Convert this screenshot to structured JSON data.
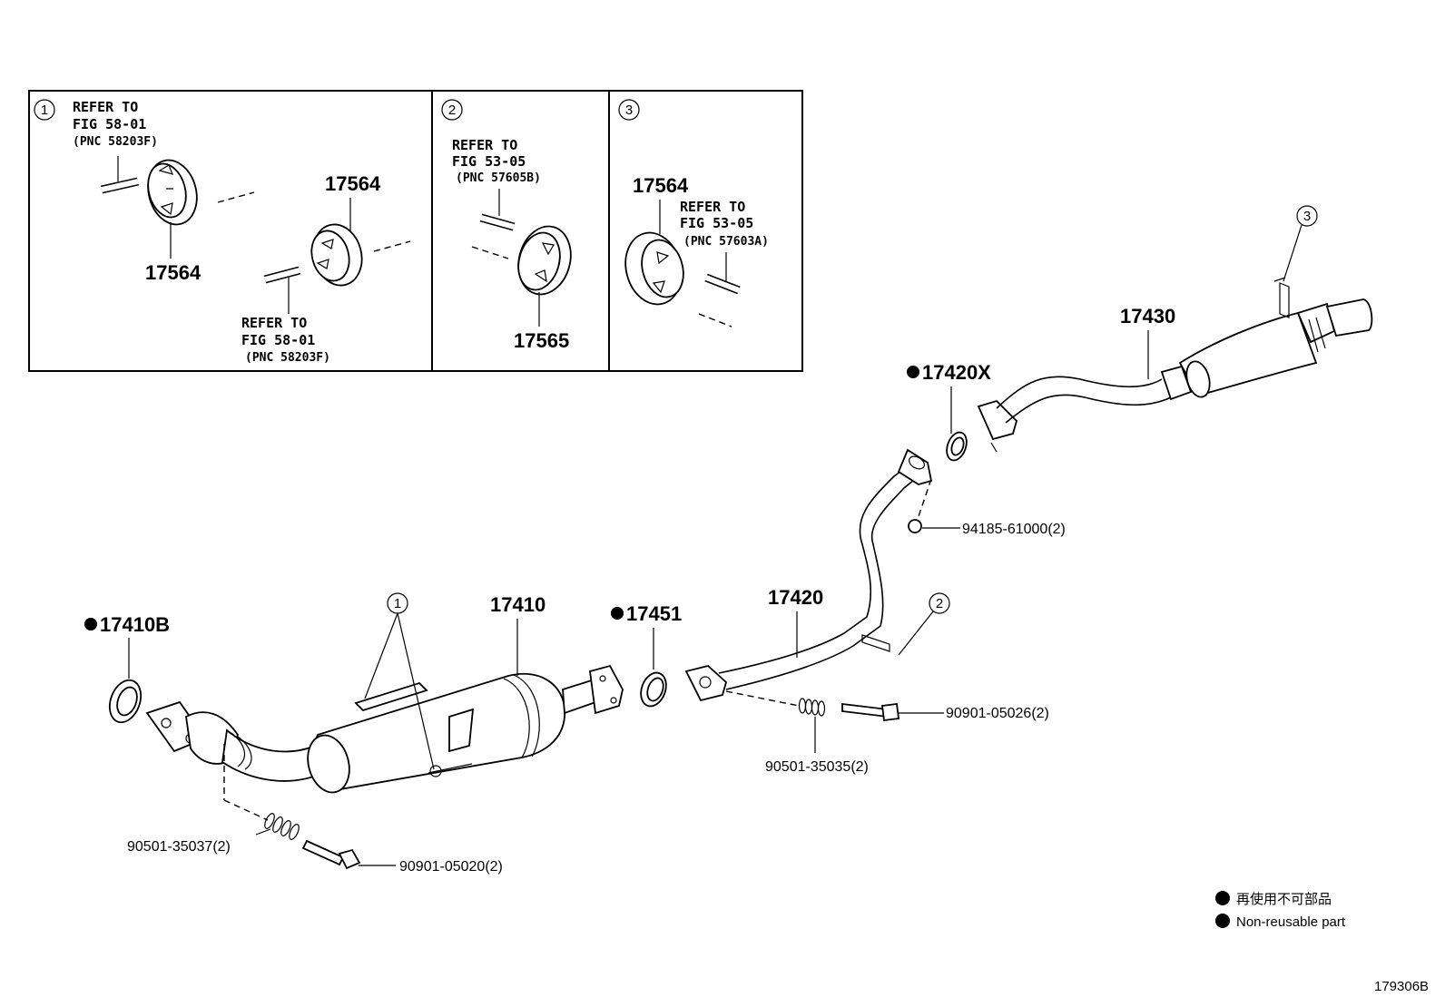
{
  "inset": {
    "panels": [
      {
        "num": "1",
        "ref1": [
          "REFER TO",
          "FIG 58-01",
          "(PNC 58203F)"
        ],
        "part_a": "17564",
        "part_b": "17564",
        "ref2": [
          "REFER TO",
          "FIG 58-01",
          "(PNC 58203F)"
        ]
      },
      {
        "num": "2",
        "ref": [
          "REFER TO",
          "FIG 53-05",
          "(PNC 57605B)"
        ],
        "part": "17565"
      },
      {
        "num": "3",
        "part": "17564",
        "ref": [
          "REFER TO",
          "FIG 53-05",
          "(PNC 57603A)"
        ]
      }
    ]
  },
  "parts": {
    "p17410B": "17410B",
    "p17410": "17410",
    "p17451": "17451",
    "p17420": "17420",
    "p17420X": "17420X",
    "p17430": "17430",
    "bolt_94185": "94185-61000(2)",
    "bolt_90901_05026": "90901-05026(2)",
    "spring_90501_35035": "90501-35035(2)",
    "spring_90501_35037": "90501-35037(2)",
    "bolt_90901_05020": "90901-05020(2)",
    "callout_1": "1",
    "callout_2": "2",
    "callout_3": "3"
  },
  "legend": {
    "line1": "再使用不可部品",
    "line2": "Non-reusable part"
  },
  "diagram_code": "179306B"
}
